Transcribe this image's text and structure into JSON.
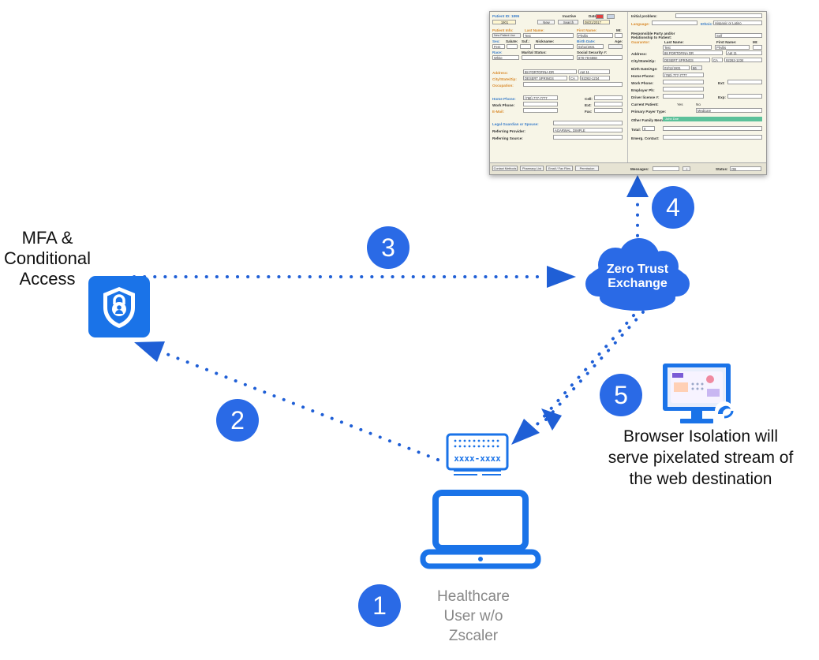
{
  "nodes": {
    "mfa_label": [
      "MFA &",
      "Conditional",
      "Access"
    ],
    "zte_label": [
      "Zero Trust",
      "Exchange"
    ],
    "user_label": [
      "Healthcare",
      "User w/o",
      "Zscaler"
    ],
    "bi_label": [
      "Browser Isolation will",
      "serve pixelated stream of",
      "the web destination"
    ],
    "otp_text": "xxxx-xxxx"
  },
  "steps": [
    "1",
    "2",
    "3",
    "4",
    "5"
  ],
  "colors": {
    "accent": "#2a6ae6",
    "flow": "#1f5fd6",
    "cloud": "#2a6ae6",
    "user_text": "#888888"
  },
  "icons": [
    "shield-lock-icon",
    "cloud-icon",
    "laptop-icon",
    "otp-keypad-icon",
    "monitor-icon"
  ],
  "emr": {
    "patient_id_label": "Patient ID: 1895",
    "patient_id": "1901",
    "inactive_label": "Inactive",
    "date_label": "Date:",
    "date": "08/21/2017",
    "new_btn": "New",
    "search_btn": "Search",
    "patient_info": "Patient Info:",
    "last_name_label": "Last Name:",
    "first_name_label": "First Name:",
    "mi_label": "MI:",
    "new_patient_btn": "New Patient Use",
    "last_name": "Test",
    "first_name": "Phyllis",
    "sex_label": "Sex:",
    "salute_label": "Salute:",
    "suf_label": "Suf.:",
    "nickname_label": "Nickname:",
    "birth_date_label": "Birth Date:",
    "age_label": "Age:",
    "sex": "Fem",
    "birth_date": "03/11/1931",
    "race_label": "Race:",
    "marital_label": "Marital Status:",
    "ssn_label": "Social Security #:",
    "race": "White",
    "ssn": "878-78-6868",
    "address_label": "Address:",
    "address": "88 PORTOFINA DR",
    "apt": "Apt 11",
    "city_label": "City/State/Zip:",
    "city": "DESERT SPRINGS",
    "state": "CA",
    "zip": "92262-1234",
    "occupation_label": "Occupation:",
    "home_phone_label": "Home Phone:",
    "home_phone": "(760) 777-7777",
    "cell_label": "Cell:",
    "work_phone_label": "Work Phone:",
    "ext_label": "Ext:",
    "email_label": "E-Mail:",
    "fax_label": "Fax:",
    "guardian_label": "Legal Guardian or Spouse:",
    "ref_provider_label": "Referring Provider:",
    "ref_provider": "AGARWAL, DIMPLE",
    "ref_source_label": "Referring Source:",
    "initial_problem_label": "Initial problem:",
    "language_label": "Language:",
    "ethnic_label": "Ethnic:",
    "ethnic": "Hispanic or Latino",
    "resp_label": "Responsible Party and/or",
    "relationship_label": "Relationship to Patient:",
    "relationship": "Self",
    "guarantor_label": "Guarantor:",
    "r_last_name_label": "Last Name:",
    "r_first_name_label": "First Name:",
    "r_mi_label": "MI:",
    "r_last_name": "Test",
    "r_first_name": "Phyllis",
    "r_address_label": "Address:",
    "r_address": "88 PORTOFINA DR",
    "r_apt": "Apt 11",
    "r_city_label": "City/State/Zip:",
    "r_city": "DESERT SPRINGS",
    "r_state": "CA",
    "r_zip": "92262-1234",
    "r_birth_label": "Birth Date/Age:",
    "r_birth": "03/11/1931",
    "r_age": "86",
    "r_home_label": "Home Phone:",
    "r_home": "(760) 777-7777",
    "r_work_label": "Work Phone:",
    "r_ext_label": "Ext:",
    "employer_label": "Employer Ph:",
    "license_label": "Driver license #:",
    "exp_label": "Exp:",
    "current_patient_label": "Current Patient:",
    "yes_label": "Yes",
    "no_label": "No",
    "payer_label": "Primary Payer Type:",
    "payer": "Medicare",
    "other_family_label": "Other Family Members:",
    "other_family": "John Doe",
    "total_label": "Total:",
    "total": "0",
    "emerg_label": "Emerg. Contact:",
    "btn_contact": "Contact Methods",
    "btn_pharmacy": "Pharmacy List",
    "btn_email": "Email / Fax Files",
    "btn_permission": "Permission",
    "messages_label": "Messages:",
    "status_label": "Status:",
    "status": "OB"
  }
}
